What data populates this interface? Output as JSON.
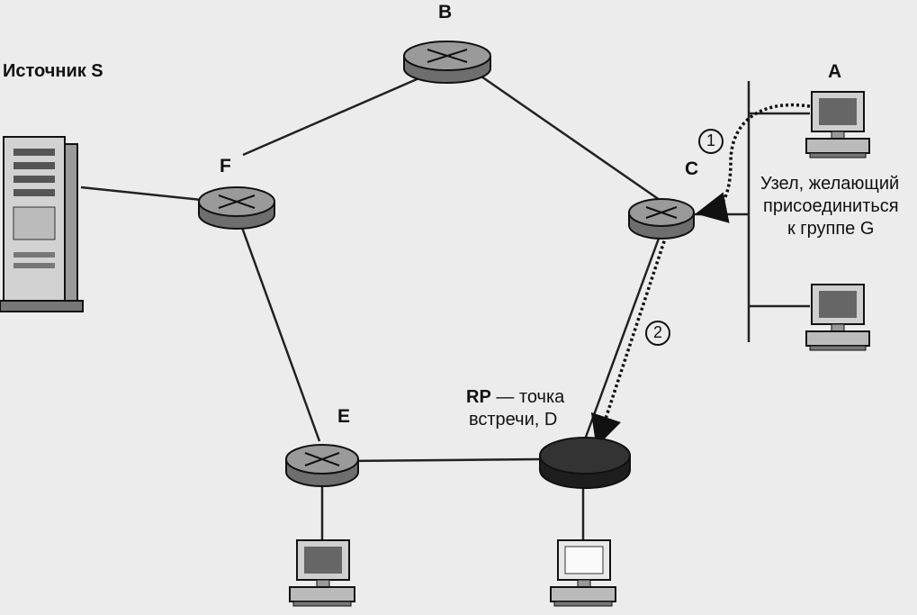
{
  "nodes": {
    "B": "B",
    "F": "F",
    "C": "C",
    "E": "E",
    "A": "A"
  },
  "labels": {
    "source": "Источник S",
    "host_line1": "Узел, желающий",
    "host_line2": "присоединиться",
    "host_line3": "к группе G",
    "rp_line1": "RP — точка",
    "rp_line2": "встречи, D"
  },
  "steps": [
    "1",
    "2"
  ],
  "colors": {
    "router_top": "#9a9a9a",
    "router_side": "#6e6e6e",
    "rp_top": "#333333",
    "rp_side": "#1e1e1e",
    "link": "#222222",
    "background": "#ececec"
  },
  "icons": [
    "router-icon",
    "rendezvous-point-router-icon",
    "server-icon",
    "workstation-icon"
  ]
}
